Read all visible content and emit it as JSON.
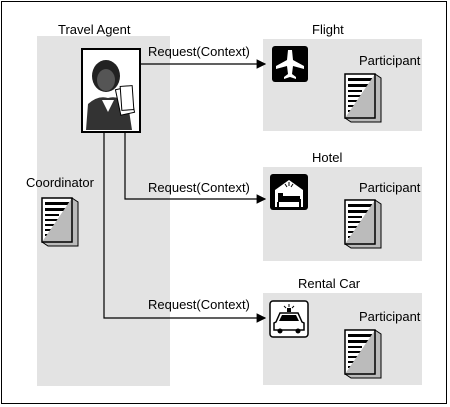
{
  "coordinator": {
    "title": "Travel Agent",
    "label": "Coordinator"
  },
  "request_label": "Request(Context)",
  "services": [
    {
      "title": "Flight",
      "participant_label": "Participant",
      "icon": "airplane-icon"
    },
    {
      "title": "Hotel",
      "participant_label": "Participant",
      "icon": "hotel-bed-icon"
    },
    {
      "title": "Rental Car",
      "participant_label": "Participant",
      "icon": "car-icon"
    }
  ],
  "colors": {
    "panel": "#e3e3e3",
    "line": "#000000",
    "icon_fill": "#000000"
  }
}
